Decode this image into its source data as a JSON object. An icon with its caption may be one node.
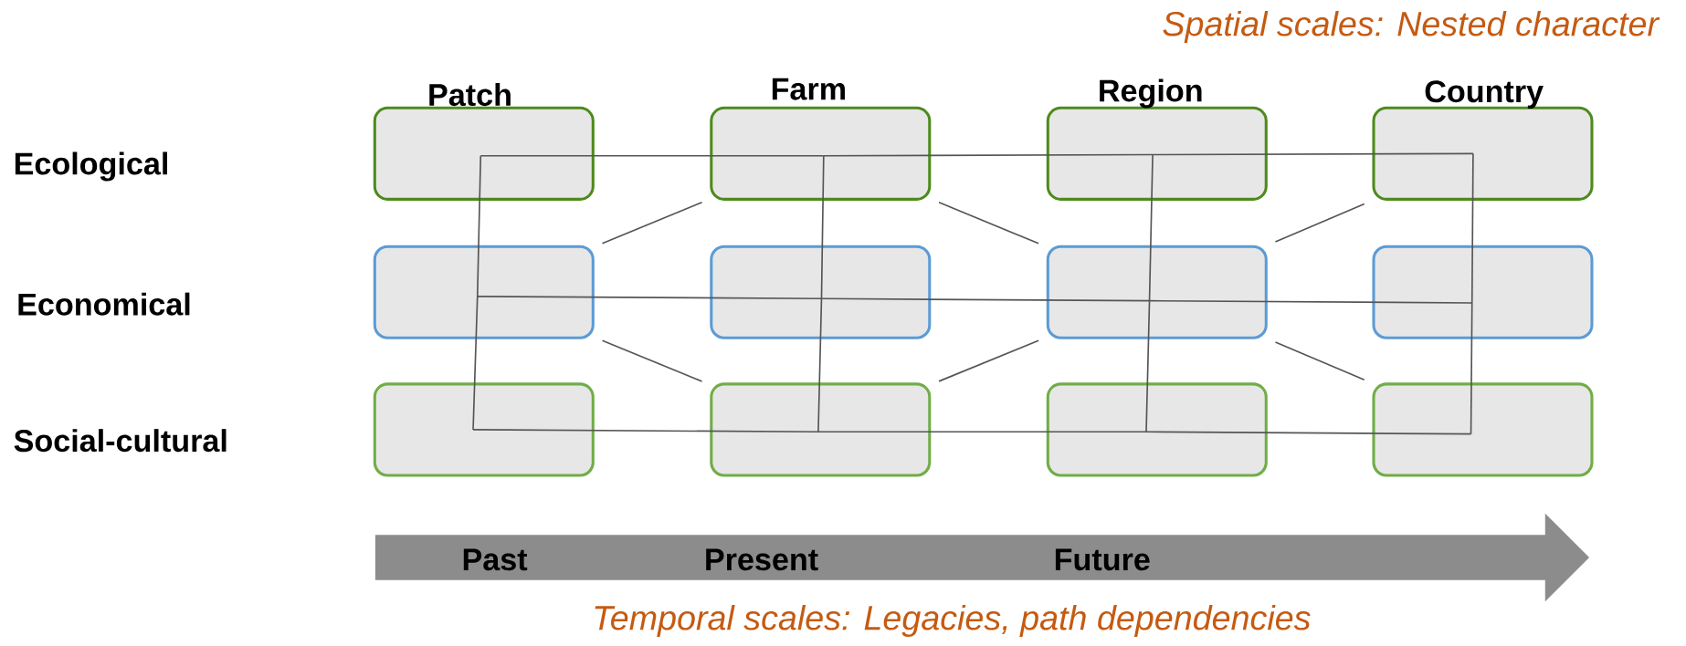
{
  "diagram": {
    "nodes": [
      {
        "text": [
          "Patch"
        ]
      },
      {
        "text": [
          "Farm"
        ]
      },
      {
        "text": [
          "Region"
        ]
      },
      {
        "text": [
          "Country"
        ]
      },
      {
        "text": [],
        "shape": "box"
      },
      {
        "text": [],
        "shape": "box"
      },
      {
        "text": [],
        "shape": "box"
      },
      {
        "text": [],
        "shape": "box"
      },
      {
        "text": [],
        "shape": "box"
      },
      {
        "text": [],
        "shape": "box"
      },
      {
        "text": [],
        "shape": "box"
      },
      {
        "text": [],
        "shape": "box"
      },
      {
        "text": [
          "Past",
          "Present",
          "Future"
        ],
        "beside": [
          "Temporal scales: Legacies, path dependencies"
        ]
      }
    ],
    "edges": [
      {
        "from": 0,
        "to": 1,
        "arrow": "none"
      },
      {
        "from": 1,
        "to": 2,
        "arrow": "none"
      },
      {
        "from": 2,
        "to": 3,
        "arrow": "none"
      },
      {
        "from": 4,
        "to": 5,
        "arrow": "none"
      },
      {
        "from": 5,
        "to": 6,
        "arrow": "none"
      },
      {
        "from": 6,
        "to": 7,
        "arrow": "none"
      },
      {
        "from": 8,
        "to": 9,
        "arrow": "none"
      },
      {
        "from": 9,
        "to": 10,
        "arrow": "none"
      },
      {
        "from": 10,
        "to": 11,
        "arrow": "none"
      },
      {
        "from": 0,
        "to": 4,
        "arrow": "none"
      },
      {
        "from": 4,
        "to": 8,
        "arrow": "none"
      },
      {
        "from": 1,
        "to": 5,
        "arrow": "none"
      },
      {
        "from": 5,
        "to": 9,
        "arrow": "none"
      },
      {
        "from": 2,
        "to": 6,
        "arrow": "none"
      },
      {
        "from": 6,
        "to": 10,
        "arrow": "none"
      },
      {
        "from": 3,
        "to": 7,
        "arrow": "none"
      },
      {
        "from": 7,
        "to": 11,
        "arrow": "none"
      },
      {
        "from": 4,
        "to": 1,
        "arrow": "none"
      },
      {
        "from": 1,
        "to": 6,
        "arrow": "none"
      },
      {
        "from": 6,
        "to": 3,
        "arrow": "none"
      },
      {
        "from": 4,
        "to": 9,
        "arrow": "none"
      },
      {
        "from": 9,
        "to": 6,
        "arrow": "none"
      },
      {
        "from": 6,
        "to": 11,
        "arrow": "none"
      }
    ],
    "labels": [
      "Spatial scales: Nested character",
      "Ecological",
      "Economical",
      "Social-cultural"
    ]
  }
}
